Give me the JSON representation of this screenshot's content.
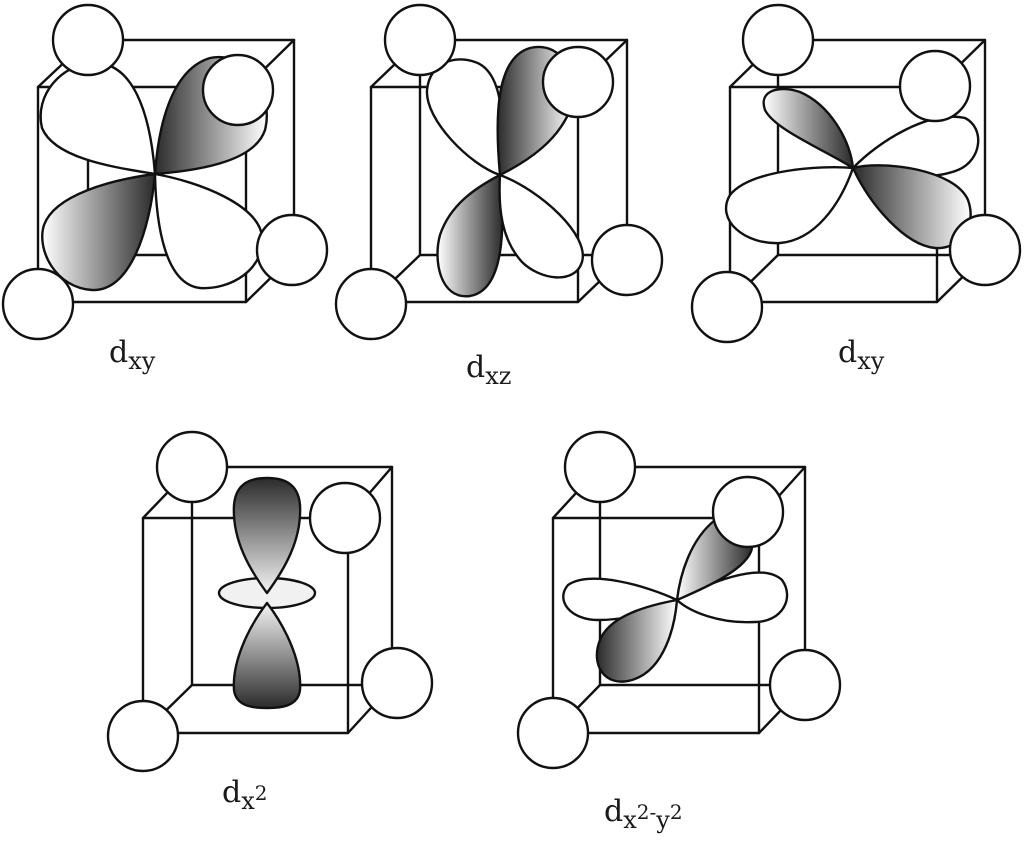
{
  "labels": {
    "panel1": {
      "base": "d",
      "sub": "xy"
    },
    "panel2": {
      "base": "d",
      "sub": "xz"
    },
    "panel3": {
      "base": "d",
      "sub": "xy"
    },
    "panel4": {
      "base": "d",
      "sub": "x",
      "sup": "2"
    },
    "panel5": {
      "base": "d",
      "sub_a": "x",
      "sup_a": "2-",
      "sub_b": "y",
      "sup_b": "2"
    }
  },
  "colors": {
    "stroke": "#111111",
    "lobe_dark": "#2b2b2b",
    "lobe_light": "#ffffff"
  }
}
